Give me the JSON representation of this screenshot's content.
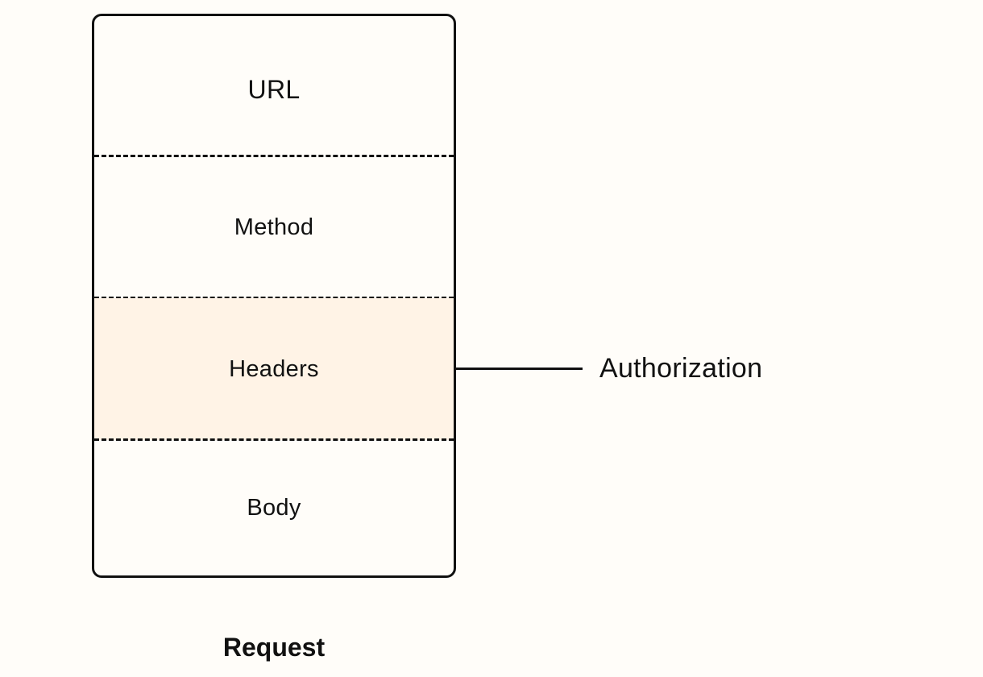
{
  "diagram": {
    "sections": {
      "url": "URL",
      "method": "Method",
      "headers": "Headers",
      "body": "Body"
    },
    "annotation": "Authorization",
    "caption": "Request"
  },
  "colors": {
    "background": "#fffdf9",
    "highlight": "#fff3e6",
    "stroke": "#111111"
  }
}
